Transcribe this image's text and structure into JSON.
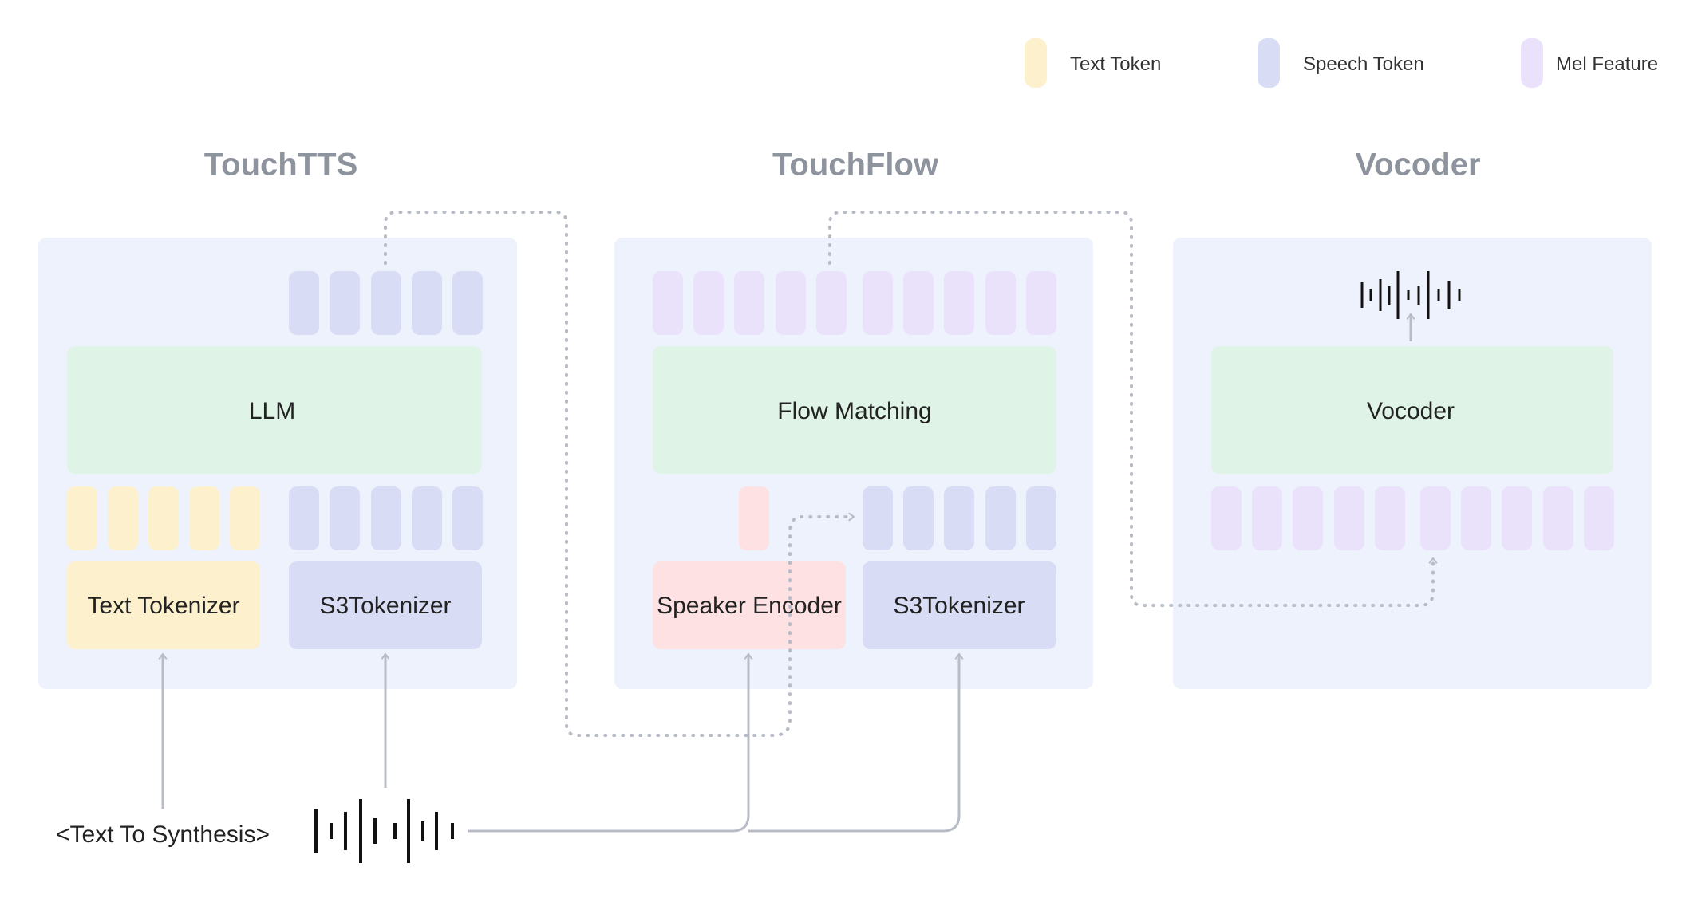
{
  "legend": [
    {
      "label": "Text Token",
      "color": "#fdf0cc"
    },
    {
      "label": "Speech Token",
      "color": "#d8dcf4"
    },
    {
      "label": "Mel Feature",
      "color": "#eae2fb"
    }
  ],
  "sections": {
    "touchtts": {
      "title": "TouchTTS"
    },
    "touchflow": {
      "title": "TouchFlow"
    },
    "vocoder": {
      "title": "Vocoder"
    }
  },
  "blocks": {
    "llm": "LLM",
    "text_tokenizer": "Text Tokenizer",
    "s3tokenizer_tts": "S3Tokenizer",
    "flow_matching": "Flow Matching",
    "speaker_encoder": "Speaker Encoder",
    "s3tokenizer_flow": "S3Tokenizer",
    "vocoder": "Vocoder"
  },
  "inputs": {
    "text": "<Text To Synthesis>"
  },
  "colors": {
    "panel": "#eef2fc",
    "model_block": "#dff4e6",
    "text_tokenizer": "#fdf0cc",
    "speech_tokenizer": "#d8dcf4",
    "speaker_encoder": "#fde1e3",
    "speaker_embedding": "#fde1e3",
    "connector": "#b8bcc6",
    "waveform": "#111111"
  }
}
